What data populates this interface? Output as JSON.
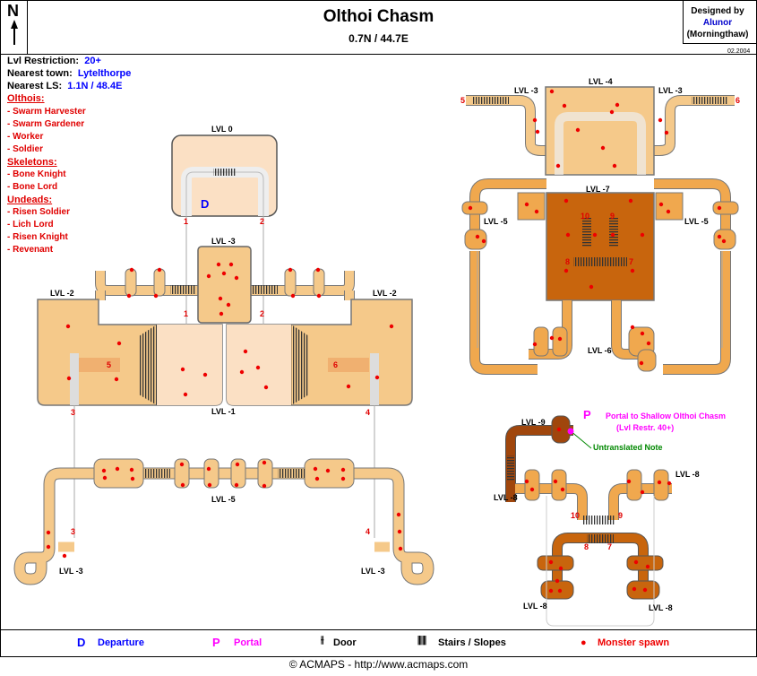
{
  "header": {
    "title": "Olthoi Chasm",
    "coordinates": "0.7N / 44.7E",
    "compass_letter": "N",
    "designed_by": "Designed by",
    "designer_name": "Alunor",
    "designer_server": "(Morningthaw)",
    "date": "02.2004"
  },
  "info": {
    "lvl_restriction_label": "Lvl Restriction:",
    "lvl_restriction_value": "20+",
    "nearest_town_label": "Nearest town:",
    "nearest_town_value": "Lytelthorpe",
    "nearest_ls_label": "Nearest LS:",
    "nearest_ls_value": "1.1N / 48.4E"
  },
  "monsters": [
    {
      "category": "Olthois:",
      "items": [
        "- Swarm Harvester",
        "- Swarm Gardener",
        "- Worker",
        "- Soldier"
      ]
    },
    {
      "category": "Skeletons:",
      "items": [
        "- Bone Knight",
        "- Bone Lord"
      ]
    },
    {
      "category": "Undeads:",
      "items": [
        "- Risen Soldier",
        "- Lich Lord",
        "- Risen Knight",
        "- Revenant"
      ]
    }
  ],
  "map_labels": {
    "lvl0": "LVL 0",
    "lvl_m1": "LVL -1",
    "lvl_m2_left": "LVL -2",
    "lvl_m2_right": "LVL -2",
    "lvl_m3_center": "LVL -3",
    "lvl_m3_bl": "LVL -3",
    "lvl_m3_br": "LVL -3",
    "lvl_m5_bottom": "LVL -5",
    "lvl_m3_tl": "LVL -3",
    "lvl_m4": "LVL -4",
    "lvl_m3_tr": "LVL -3",
    "lvl_m5_left": "LVL -5",
    "lvl_m7": "LVL -7",
    "lvl_m5_right": "LVL -5",
    "lvl_m6": "LVL -6",
    "lvl_m9": "LVL -9",
    "lvl_m8_a": "LVL -8",
    "lvl_m8_b": "LVL -8",
    "lvl_m8_c": "LVL -8",
    "lvl_m8_d": "LVL -8",
    "departure_letter": "D",
    "portal_letter": "P",
    "portal_note": "Portal to Shallow Olthoi Chasm",
    "portal_restriction": "(Lvl Restr. 40+)",
    "untranslated_note": "Untranslated Note"
  },
  "connectors": {
    "n1a": "1",
    "n2a": "2",
    "n1b": "1",
    "n2b": "2",
    "n3a": "3",
    "n4a": "4",
    "n3b": "3",
    "n4b": "4",
    "n5a": "5",
    "n6a": "6",
    "n5b": "5",
    "n6b": "6",
    "n10a": "10",
    "n9a": "9",
    "n8a": "8",
    "n7a": "7",
    "n10b": "10",
    "n9b": "9",
    "n8b": "8",
    "n7b": "7"
  },
  "legend": {
    "departure_letter": "D",
    "departure": "Departure",
    "portal_letter": "P",
    "portal": "Portal",
    "door": "Door",
    "stairs": "Stairs / Slopes",
    "spawn": "Monster spawn"
  },
  "footer": "© ACMAPS - http://www.acmaps.com",
  "colors": {
    "tan": "#f5c98a",
    "light": "#fbe0c4",
    "orange": "#f0a84e",
    "dark": "#c8650d",
    "spawn": "#ee0000",
    "link": "#0000ff",
    "portal": "#ff00ff",
    "note": "#008800"
  }
}
